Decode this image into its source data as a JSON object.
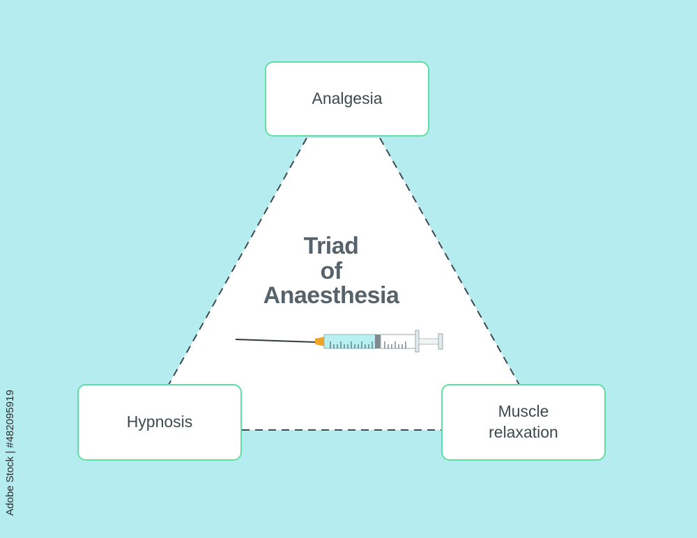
{
  "title": {
    "line1": "Triad",
    "line2": "of",
    "line3": "Anaesthesia"
  },
  "nodes": {
    "top": "Analgesia",
    "left": "Hypnosis",
    "right_line1": "Muscle",
    "right_line2": "relaxation"
  },
  "watermark_id": "Adobe Stock | #482095919",
  "colors": {
    "background": "#b5ecf0",
    "box_border": "#5fe0a2",
    "triangle_fill": "#ffffff",
    "dash_line": "#3d4a4f",
    "syringe_barrel": "#b8f0f2",
    "needle_hub": "#f0a52a"
  },
  "icons": [
    "syringe-icon"
  ]
}
